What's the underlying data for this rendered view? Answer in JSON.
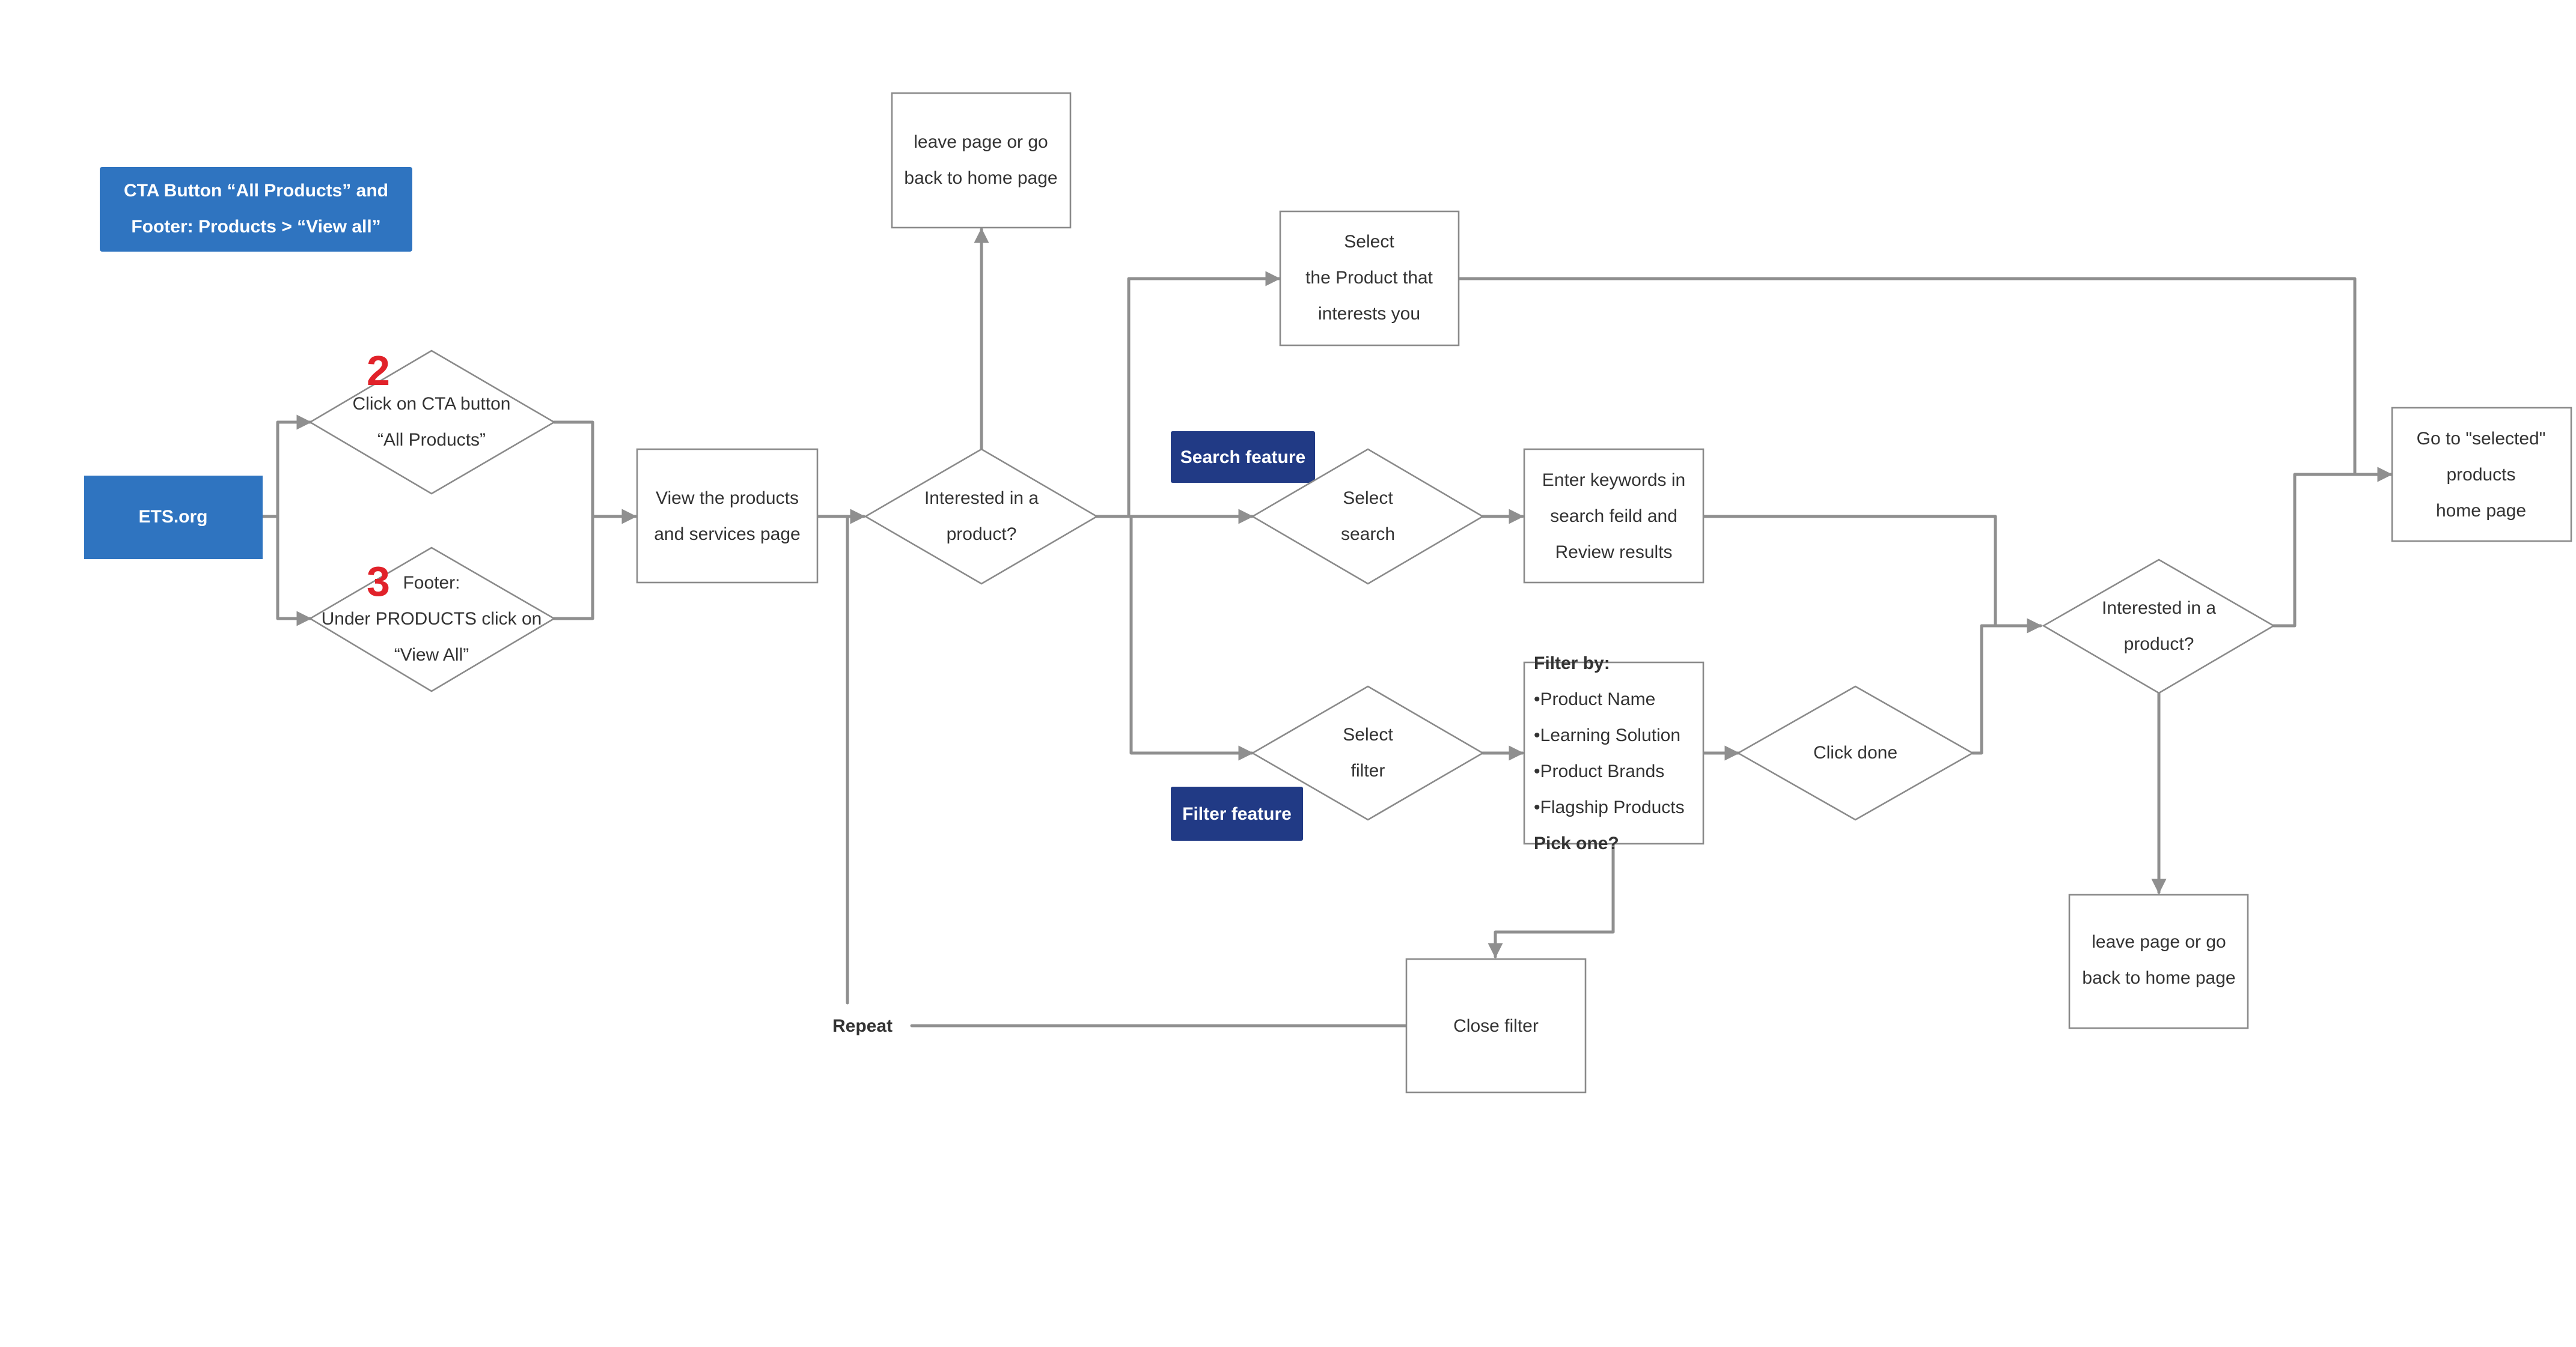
{
  "colors": {
    "brand_blue": "#2f74c0",
    "feature_navy": "#213a85",
    "marker_red": "#e1222a",
    "stroke_gray": "#8f8f8f",
    "text_dark": "#333333"
  },
  "nodes": {
    "cta_note": [
      "CTA Button “All Products” and",
      "Footer:  Products > “View all”"
    ],
    "ets": "ETS.org",
    "cta_click": [
      "Click on CTA button",
      "“All Products”"
    ],
    "footer_click": [
      "Footer:",
      "Under PRODUCTS click on",
      "“View All”"
    ],
    "view_products": [
      "View the products",
      "and services page"
    ],
    "interested_1": [
      "Interested in a",
      "product?"
    ],
    "leave_1": [
      "leave page or go",
      "back to home page"
    ],
    "select_product": [
      "Select",
      "the Product that",
      "interests you"
    ],
    "search_feature": "Search feature",
    "select_search": [
      "Select",
      "search"
    ],
    "enter_keywords": [
      "Enter keywords in",
      "search feild and",
      "Review results"
    ],
    "select_filter": [
      "Select",
      "filter"
    ],
    "filter_feature": "Filter feature",
    "filter_by": {
      "heading": "Filter by:",
      "options": [
        "•Product Name",
        "•Learning Solution",
        "•Product Brands",
        "•Flagship Products"
      ],
      "footer": "Pick one?"
    },
    "click_done": "Click done",
    "interested_2": [
      "Interested in a",
      "product?"
    ],
    "go_selected": [
      "Go to \"selected\"",
      "products",
      "home page"
    ],
    "leave_2": [
      "leave page or go",
      "back to home page"
    ],
    "close_filter": "Close filter",
    "repeat": "Repeat"
  },
  "markers": {
    "cta": "2",
    "footer": "3"
  }
}
